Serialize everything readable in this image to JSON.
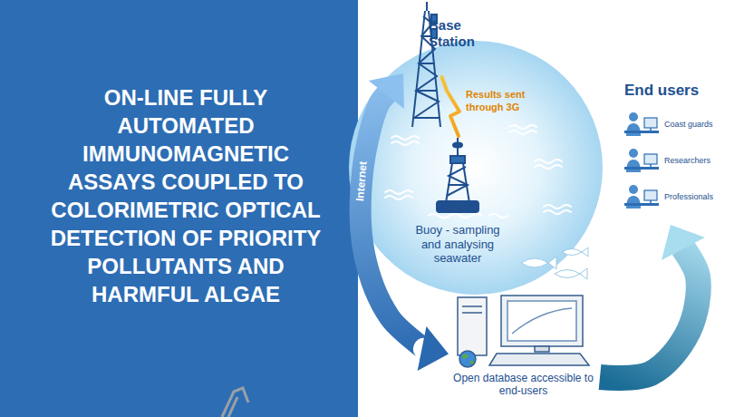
{
  "diagram": {
    "title": "ON-LINE FULLY AUTOMATED IMMUNOMAGNETIC ASSAYS COUPLED TO COLORIMETRIC OPTICAL DETECTION OF PRIORITY POLLUTANTS AND HARMFUL ALGAE",
    "nodes": [
      {
        "text": [
          "Base Station"
        ]
      },
      {
        "text": [
          "End users"
        ]
      },
      {
        "text": [
          "Coast guards"
        ],
        "in": 1
      },
      {
        "text": [
          "Researchers"
        ],
        "in": 1
      },
      {
        "text": [
          "Professionals"
        ],
        "in": 1
      },
      {
        "text": [
          "Buoy - sampling and analysing seawater"
        ]
      },
      {
        "text": [
          "Open database accessible to end-users"
        ]
      }
    ],
    "edges": [
      {
        "from": 5,
        "to": 0,
        "label": "Results sent through 3G",
        "arrow": "none"
      },
      {
        "from": 0,
        "to": 6,
        "label": "Internet",
        "arrow": "both"
      },
      {
        "from": 6,
        "to": 1,
        "arrow": "to"
      }
    ]
  }
}
